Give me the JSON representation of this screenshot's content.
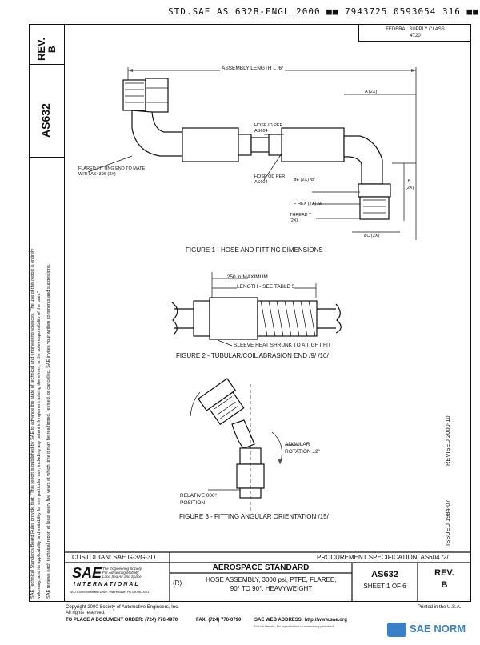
{
  "header": {
    "doc_code": "STD.SAE AS 632B-ENGL 2000 ■■ 7943725 0593054 316 ■■"
  },
  "left_column": {
    "rev_label": "REV.",
    "rev_value": "B",
    "doc_number": "AS632"
  },
  "side_note": {
    "line1": "SAE Technical Standards Board Rules provide that: \"This report is published by SAE to advance the state of technical and engineering sciences. The use of this report is entirely",
    "line2": "voluntary, and its applicability and suitability for any particular use, including any patent infringement arising therefrom, is the sole responsibility of the user.\"",
    "line3": "SAE reviews each technical report at least every five years at which time it may be reaffirmed, revised, or cancelled. SAE invites your written comments and suggestions."
  },
  "federal_supply": {
    "line1": "FEDERAL SUPPLY CLASS",
    "line2": "4720"
  },
  "figure1": {
    "caption": "FIGURE 1 - HOSE AND FITTING DIMENSIONS",
    "assembly_length": "ASSEMBLY LENGTH L /6/",
    "flared_end": "FLARED FITTING END TO MATE WITH AS4396 (2X)",
    "hose_id": "HOSE ID PER AS604",
    "hose_od": "HOSE OD PER AS604",
    "a_label": "A (2X)",
    "b_label": "B",
    "b_2x": "(2X)",
    "e_label": "øE (2X) /8/",
    "f_hex": "F HEX (2X) /9/",
    "thread": "THREAD T (2X)",
    "c_label": "øC (2X)"
  },
  "figure2": {
    "caption": "FIGURE 2 - TUBULAR/COIL ABRASION END /9/ /10/",
    "max_label": ".250 in MAXIMUM",
    "length_label": "LENGTH - SEE TABLE 5",
    "sleeve_label": "SLEEVE HEAT SHRUNK TO A TIGHT FIT"
  },
  "figure3": {
    "caption": "FIGURE 3 - FITTING ANGULAR ORIENTATION /15/",
    "angular": "ANGULAR",
    "rotation": "ROTATION ±2°",
    "relative": "RELATIVE 000°",
    "position": "POSITION"
  },
  "vertical_right": {
    "revised": "REVISED 2000-10",
    "issued": "ISSUED 1984-07"
  },
  "title_block": {
    "custodian": "CUSTODIAN: SAE G-3/G-3D",
    "procurement": "PROCUREMENT SPECIFICATION: AS604 /2/",
    "standard": "AEROSPACE STANDARD",
    "r_mark": "(R)",
    "title_line1": "HOSE ASSEMBLY, 3000 psi, PTFE, FLARED,",
    "title_line2": "90° TO 90°, HEAVYWEIGHT",
    "doc_number": "AS632",
    "sheet": "SHEET 1 OF 6",
    "rev_label": "REV.",
    "rev_value": "B",
    "sae_logo": "SAE",
    "sae_tag1": "The Engineering Society",
    "sae_tag2": "For Advancing Mobility",
    "sae_tag3": "Land Sea Air and Space",
    "sae_intl": "INTERNATIONAL",
    "sae_address": "400 Commonwealth Drive, Warrendale, PA 15096-0001"
  },
  "footer": {
    "copyright": "Copyright 2000 Society of Automotive Engineers, Inc.",
    "rights": "All rights reserved.",
    "printed": "Printed in the U.S.A.",
    "order": "TO PLACE A DOCUMENT ORDER:   (724) 776-4970",
    "fax": "FAX:   (724) 776-0790",
    "web": "SAE WEB ADDRESS:   http://www.sae.org",
    "small": "Not for Resale, No reproduction or networking permitted",
    "watermark": "SAE NORM"
  }
}
